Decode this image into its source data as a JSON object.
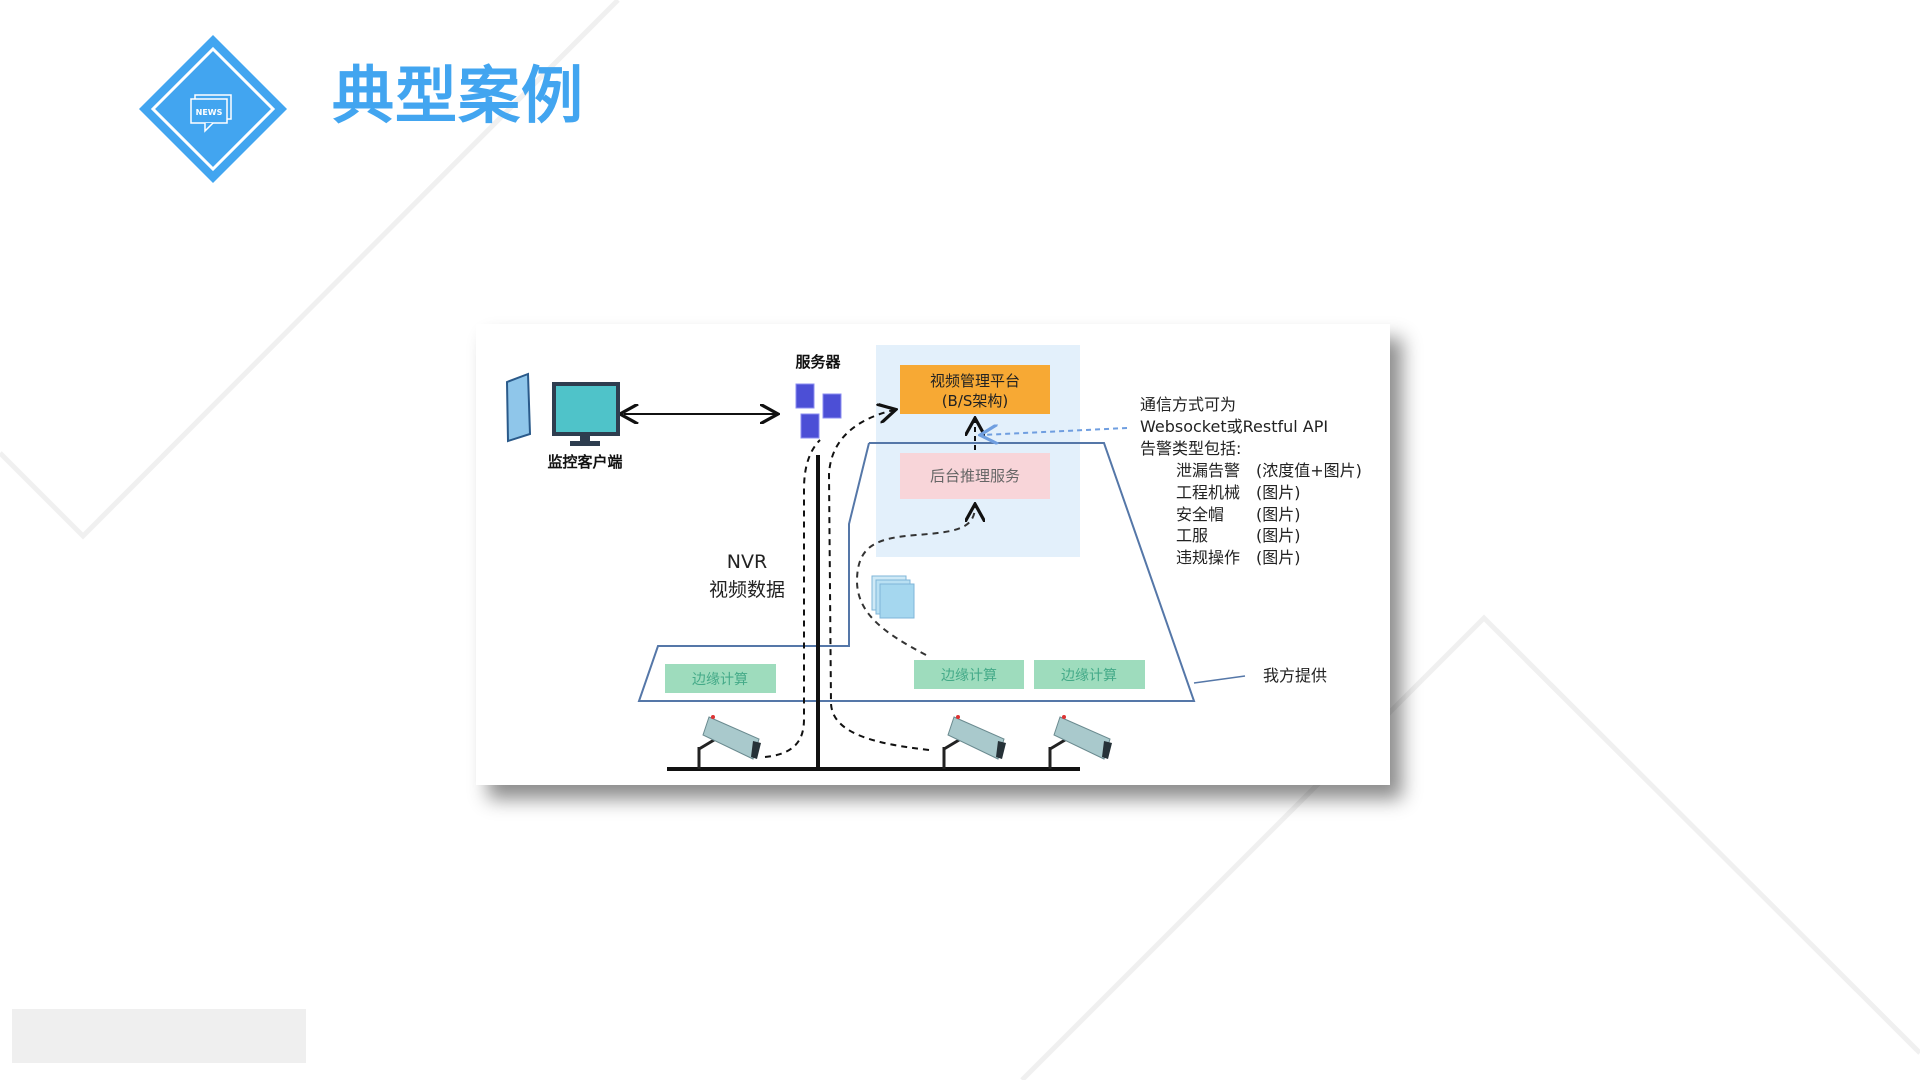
{
  "slide": {
    "title": "典型案例",
    "badge_text": "NEWS",
    "accent_color": "#42a5f0"
  },
  "diagram": {
    "client_label": "监控客户端",
    "server_label": "服务器",
    "platform_line1": "视频管理平台",
    "platform_line2": "(B/S架构)",
    "inference_label": "后台推理服务",
    "nvr_line1": "NVR",
    "nvr_line2": "视频数据",
    "edge_labels": [
      "边缘计算",
      "边缘计算",
      "边缘计算"
    ],
    "provided_label": "我方提供",
    "notes": {
      "line1": "通信方式可为",
      "line2": "Websocket或Restful API",
      "line3": "告警类型包括:",
      "alerts": [
        {
          "name": "泄漏告警",
          "detail": "(浓度值+图片)"
        },
        {
          "name": "工程机械",
          "detail": "(图片)"
        },
        {
          "name": "安全帽",
          "detail": "(图片)"
        },
        {
          "name": "工服",
          "detail": "(图片)"
        },
        {
          "name": "违规操作",
          "detail": "(图片)"
        }
      ]
    },
    "colors": {
      "platform": "#f7a934",
      "inference": "#f8d5d9",
      "panel": "#e3f0fb",
      "edge": "#9edcbd",
      "monitor": "#4fc3c9",
      "server": "#4c4fd6"
    }
  }
}
